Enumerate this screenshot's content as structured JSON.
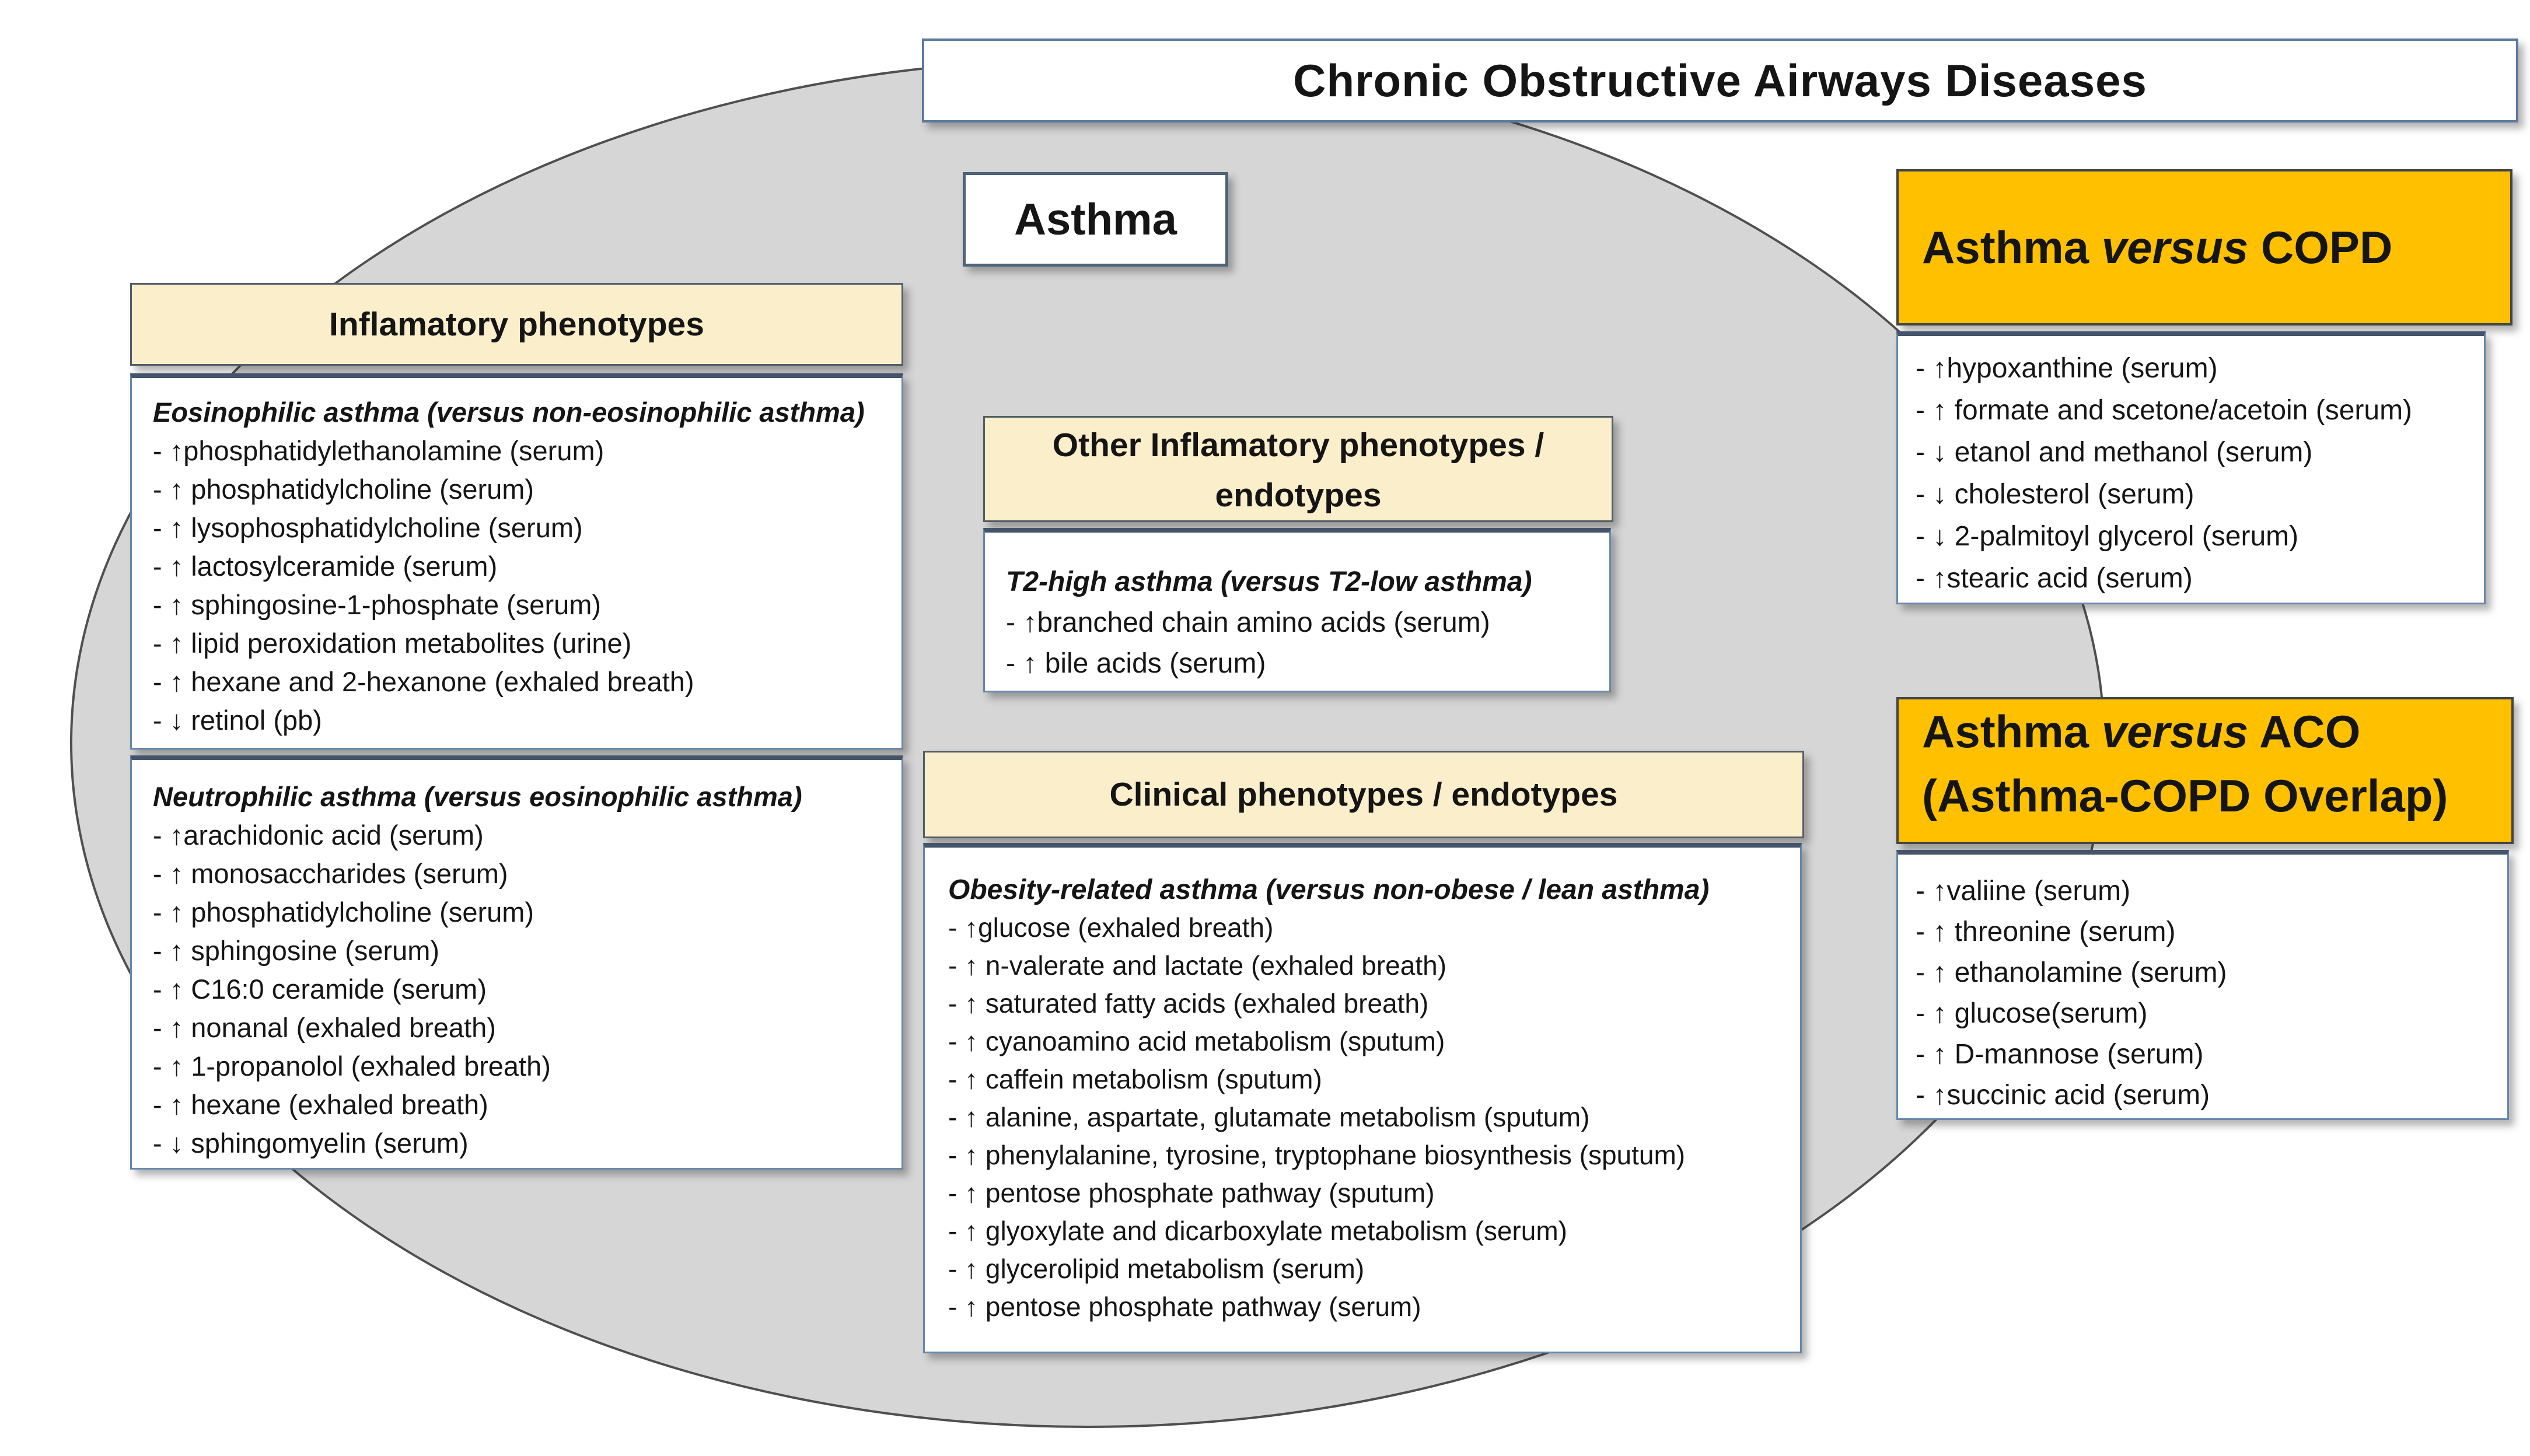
{
  "title": "Chronic Obstructive Airways Diseases",
  "asthma_label": "Asthma",
  "colors": {
    "header_cream": "#FBEECB",
    "header_orange": "#FFC000",
    "ellipse_gray": "#D6D6D6",
    "box_border_blue": "#5B7B9E",
    "divider_slate": "#44546A"
  },
  "panels": {
    "inflammatory": {
      "header": "Inflamatory phenotypes",
      "eosinophilic": {
        "subtitle": "Eosinophilic asthma (versus non-eosinophilic asthma)",
        "items": [
          "- ↑phosphatidylethanolamine (serum)",
          "- ↑ phosphatidylcholine (serum)",
          "- ↑ lysophosphatidylcholine (serum)",
          "- ↑ lactosylceramide (serum)",
          "- ↑ sphingosine-1-phosphate (serum)",
          "- ↑ lipid peroxidation metabolites (urine)",
          "- ↑ hexane and 2-hexanone (exhaled breath)",
          "- ↓ retinol (pb)"
        ]
      },
      "neutrophilic": {
        "subtitle": "Neutrophilic asthma (versus eosinophilic asthma)",
        "items": [
          "- ↑arachidonic acid (serum)",
          "- ↑ monosaccharides (serum)",
          "- ↑ phosphatidylcholine (serum)",
          "- ↑ sphingosine (serum)",
          "- ↑ C16:0 ceramide (serum)",
          "- ↑ nonanal (exhaled breath)",
          "- ↑ 1-propanolol (exhaled breath)",
          "- ↑ hexane (exhaled breath)",
          "- ↓ sphingomyelin (serum)"
        ]
      }
    },
    "other_inflammatory": {
      "header_line1": "Other Inflamatory phenotypes /",
      "header_line2": "endotypes",
      "t2_high": {
        "subtitle": "T2-high asthma (versus T2-low asthma)",
        "items": [
          "- ↑branched chain amino acids (serum)",
          "- ↑ bile acids (serum)"
        ]
      }
    },
    "clinical": {
      "header": "Clinical phenotypes / endotypes",
      "obesity": {
        "subtitle": "Obesity-related asthma (versus non-obese / lean asthma)",
        "items": [
          "- ↑glucose (exhaled breath)",
          "- ↑ n-valerate and lactate (exhaled breath)",
          "- ↑ saturated fatty acids (exhaled breath)",
          "- ↑ cyanoamino acid metabolism (sputum)",
          "- ↑ caffein metabolism (sputum)",
          "- ↑ alanine, aspartate, glutamate metabolism (sputum)",
          "- ↑ phenylalanine, tyrosine, tryptophane biosynthesis (sputum)",
          "- ↑ pentose phosphate pathway (sputum)",
          "- ↑ glyoxylate and dicarboxylate metabolism (serum)",
          "- ↑ glycerolipid metabolism (serum)",
          "- ↑ pentose phosphate pathway (serum)"
        ]
      }
    },
    "asthma_vs_copd": {
      "header": {
        "pre": "Asthma ",
        "versus": "versus",
        "post": " COPD"
      },
      "items": [
        "- ↑hypoxanthine (serum)",
        "- ↑ formate and scetone/acetoin (serum)",
        "- ↓ etanol and methanol (serum)",
        "- ↓ cholesterol (serum)",
        "- ↓ 2-palmitoyl glycerol (serum)",
        "- ↑stearic acid (serum)"
      ]
    },
    "asthma_vs_aco": {
      "header": {
        "pre": "Asthma ",
        "versus": "versus",
        "post": " ACO"
      },
      "header_line2": "(Asthma-COPD Overlap)",
      "items": [
        "- ↑valiine (serum)",
        "- ↑ threonine (serum)",
        "- ↑ ethanolamine (serum)",
        "- ↑ glucose(serum)",
        "- ↑ D-mannose (serum)",
        "- ↑succinic acid (serum)"
      ]
    }
  }
}
